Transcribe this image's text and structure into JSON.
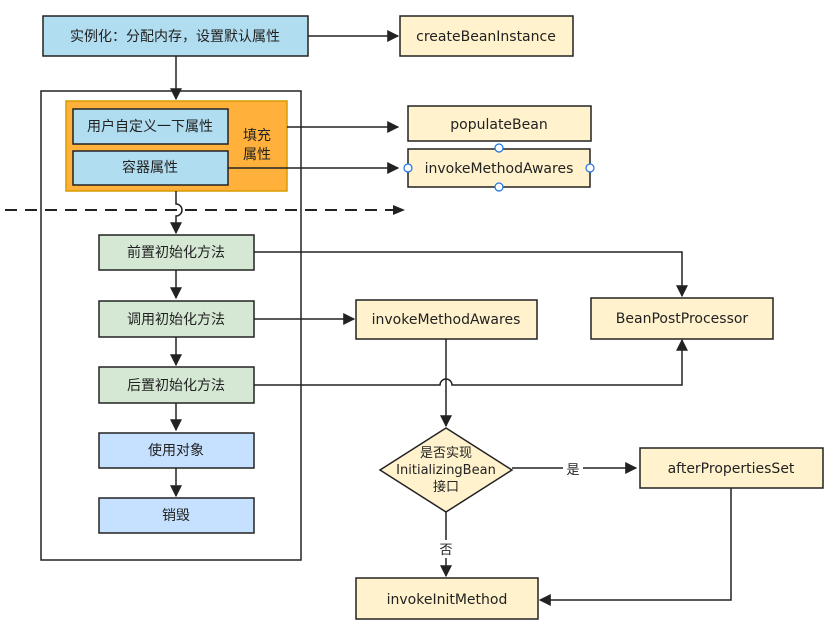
{
  "nodes": {
    "instantiate": "实例化：分配内存，设置默认属性",
    "create_bean_instance": "createBeanInstance",
    "user_props": "用户自定义一下属性",
    "container_props": "容器属性",
    "fill_props_line1": "填充",
    "fill_props_line2": "属性",
    "populate_bean": "populateBean",
    "invoke_aware_1": "invokeMethodAwares",
    "pre_init": "前置初始化方法",
    "call_init": "调用初始化方法",
    "post_init": "后置初始化方法",
    "use_object": "使用对象",
    "destroy": "销毁",
    "invoke_aware_2": "invokeMethodAwares",
    "bean_post_processor": "BeanPostProcessor",
    "decision_line1": "是否实现",
    "decision_line2": "InitializingBean",
    "decision_line3": "接口",
    "after_properties_set": "afterPropertiesSet",
    "invoke_init_method": "invokeInitMethod"
  },
  "edge_labels": {
    "yes": "是",
    "no": "否"
  },
  "colors": {
    "cyan_fill": "#b1ddf0",
    "yellow_fill": "#fff2cc",
    "orange_fill": "#ffb13b",
    "green_fill": "#d5e8d4",
    "blue_fill": "#c6e0ff",
    "stroke": "#333333",
    "handle": "#1a73e8"
  }
}
